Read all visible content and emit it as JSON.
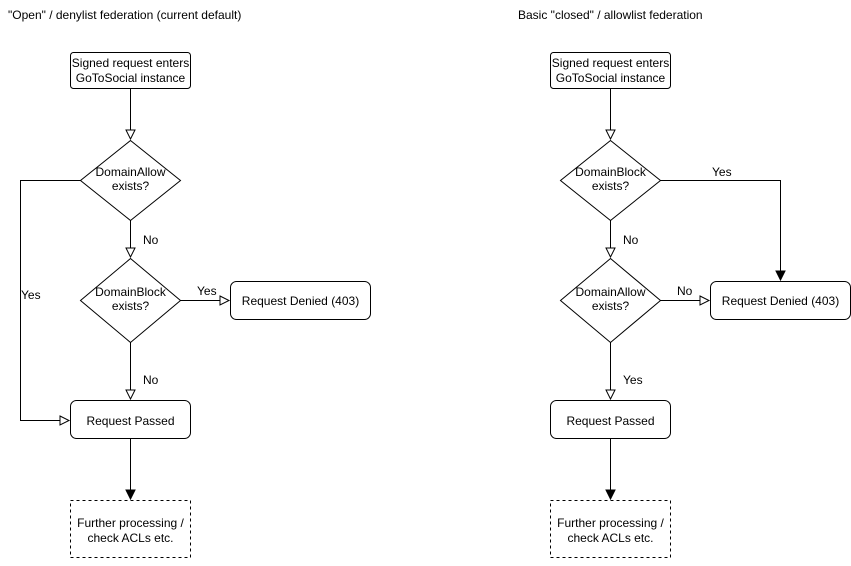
{
  "style": {
    "background": "#ffffff",
    "line_color": "#000000",
    "text_color": "#000000"
  },
  "diagrams": [
    {
      "title": "\"Open\" / denylist federation (current default)",
      "entry": {
        "line1": "Signed request enters",
        "line2": "GoToSocial instance"
      },
      "decision1": {
        "line1": "DomainAllow",
        "line2": "exists?"
      },
      "decision2": {
        "line1": "DomainBlock",
        "line2": "exists?"
      },
      "denied": "Request Denied (403)",
      "passed": "Request Passed",
      "further": {
        "line1": "Further processing /",
        "line2": "check ACLs etc."
      },
      "edge_labels": {
        "decision1_down": "No",
        "decision1_branch": "Yes",
        "decision2_down": "No",
        "decision2_branch": "Yes"
      }
    },
    {
      "title": "Basic \"closed\" / allowlist federation",
      "entry": {
        "line1": "Signed request enters",
        "line2": "GoToSocial instance"
      },
      "decision1": {
        "line1": "DomainBlock",
        "line2": "exists?"
      },
      "decision2": {
        "line1": "DomainAllow",
        "line2": "exists?"
      },
      "denied": "Request Denied (403)",
      "passed": "Request Passed",
      "further": {
        "line1": "Further processing /",
        "line2": "check ACLs etc."
      },
      "edge_labels": {
        "decision1_down": "No",
        "decision1_branch": "Yes",
        "decision2_down": "Yes",
        "decision2_branch": "No"
      }
    }
  ]
}
